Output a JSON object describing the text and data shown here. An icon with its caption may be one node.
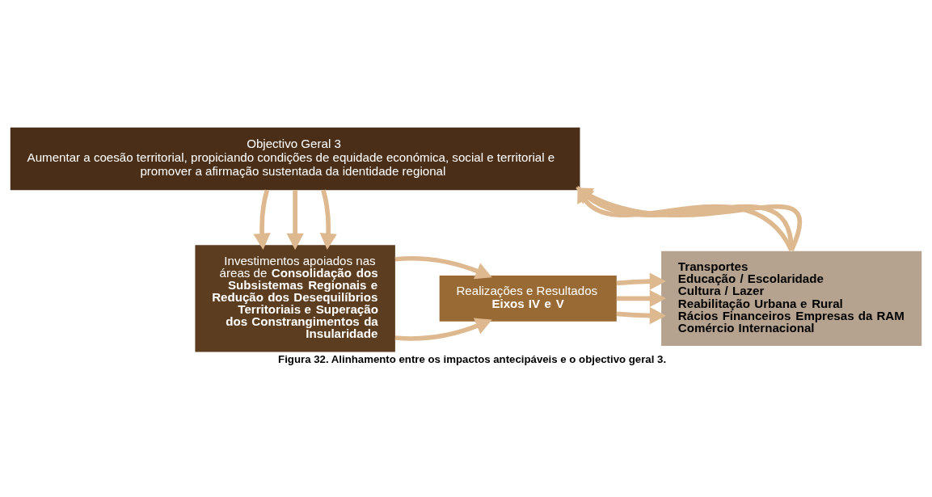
{
  "diagram": {
    "caption": "Figura 32. Alinhamento entre os impactos antecipáveis e o objectivo geral 3.",
    "nodes": [
      {
        "text": [
          "Objectivo Geral 3",
          "Aumentar a coesão territorial, propiciando condições de equidade económica, social e territorial e promover a afirmação sustentada da identidade regional"
        ]
      },
      {
        "text": [
          "Investimentos apoiados nas áreas de **Consolidação dos Subsistemas Regionais e Redução dos Desequilíbrios Territoriais e Superação dos Constrangimentos da Insularidade**"
        ]
      },
      {
        "text": [
          "Realizações e Resultados",
          "Eixos IV e V"
        ]
      },
      {
        "text": [
          "Transportes",
          "Educação / Escolaridade",
          "Cultura / Lazer",
          "Reabilitação Urbana e Rural",
          "Rácios Financeiros Empresas da RAM",
          "Comércio Internacional"
        ]
      }
    ],
    "edges": [
      {
        "from": 0,
        "to": 1,
        "arrow": "to"
      },
      {
        "from": 0,
        "to": 1,
        "arrow": "to"
      },
      {
        "from": 0,
        "to": 1,
        "arrow": "to"
      },
      {
        "from": 1,
        "to": 2,
        "arrow": "to"
      },
      {
        "from": 1,
        "to": 2,
        "arrow": "to"
      },
      {
        "from": 2,
        "to": 3,
        "arrow": "to"
      },
      {
        "from": 2,
        "to": 3,
        "arrow": "to"
      },
      {
        "from": 2,
        "to": 3,
        "arrow": "to"
      },
      {
        "from": 3,
        "to": 0,
        "arrow": "to"
      },
      {
        "from": 3,
        "to": 0,
        "arrow": "to"
      },
      {
        "from": 3,
        "to": 0,
        "arrow": "to"
      }
    ]
  }
}
